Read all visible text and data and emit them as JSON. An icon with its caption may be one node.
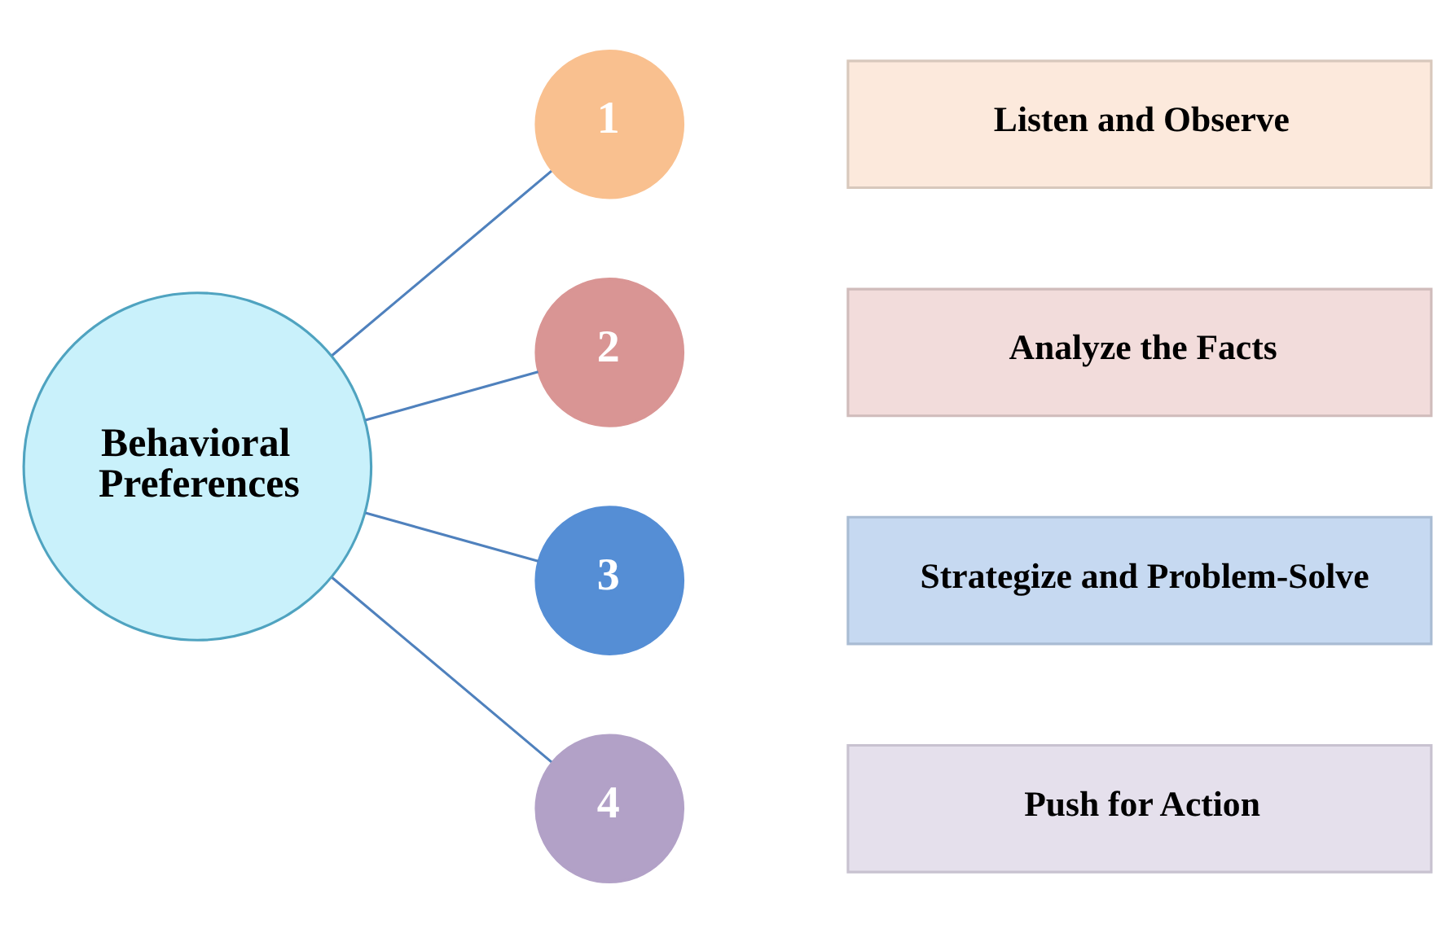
{
  "diagram": {
    "nodes": [
      {
        "text": [
          "Behavioral Preferences"
        ]
      },
      {
        "text": [
          "1"
        ]
      },
      {
        "text": [
          "Listen and Observe"
        ]
      },
      {
        "text": [
          "2"
        ]
      },
      {
        "text": [
          "Analyze the Facts"
        ]
      },
      {
        "text": [
          "3"
        ]
      },
      {
        "text": [
          "Strategize and Problem-Solve"
        ]
      },
      {
        "text": [
          "4"
        ]
      },
      {
        "text": [
          "Push for Action"
        ]
      }
    ],
    "edges": [
      {
        "from": 0,
        "to": 1,
        "arrow": "none"
      },
      {
        "from": 0,
        "to": 3,
        "arrow": "none"
      },
      {
        "from": 0,
        "to": 5,
        "arrow": "none"
      },
      {
        "from": 0,
        "to": 7,
        "arrow": "none"
      }
    ]
  }
}
